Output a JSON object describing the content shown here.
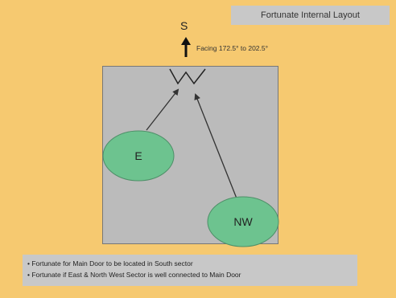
{
  "title": "Fortunate Internal Layout",
  "compass": {
    "direction": "S",
    "facing": "Facing 172.5° to 202.5°"
  },
  "sectors": [
    {
      "label": "E",
      "color": "#6dc38f"
    },
    {
      "label": "NW",
      "color": "#6dc38f"
    }
  ],
  "notes": [
    "•  Fortunate for Main Door to be located in South sector",
    "•  Fortunate if East & North West Sector is well connected to Main Door"
  ]
}
